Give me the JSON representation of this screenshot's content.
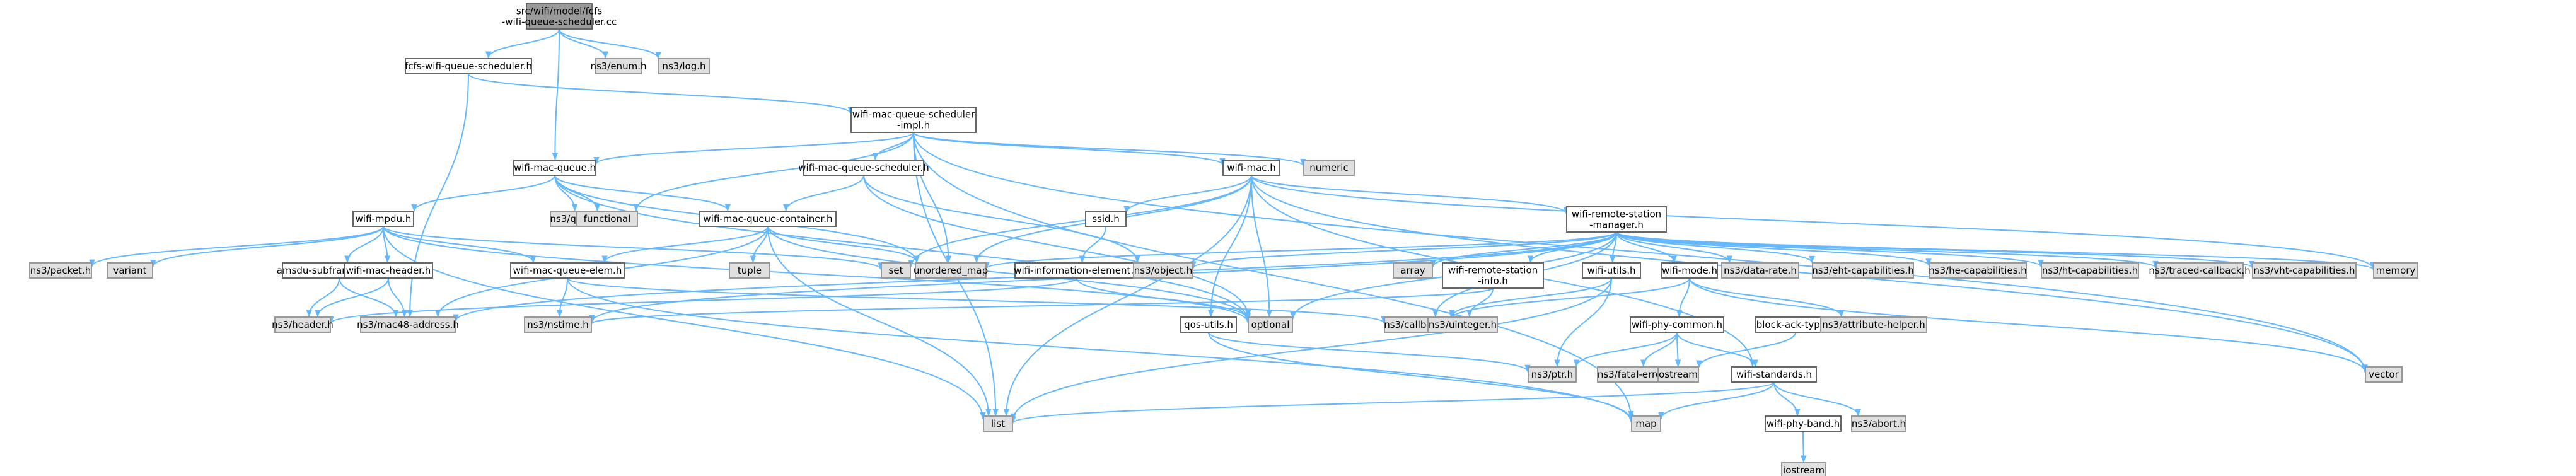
{
  "diagram": {
    "nodes": [
      {
        "id": "root",
        "lines": [
          "src/wifi/model/fcfs",
          "-wifi-queue-scheduler.cc"
        ],
        "style": "root"
      },
      {
        "id": "fcfs",
        "lines": [
          "fcfs-wifi-queue-scheduler.h"
        ],
        "style": "white"
      },
      {
        "id": "enum",
        "lines": [
          "ns3/enum.h"
        ],
        "style": "gray"
      },
      {
        "id": "log",
        "lines": [
          "ns3/log.h"
        ],
        "style": "gray"
      },
      {
        "id": "impl",
        "lines": [
          "wifi-mac-queue-scheduler",
          "-impl.h"
        ],
        "style": "white"
      },
      {
        "id": "wmq",
        "lines": [
          "wifi-mac-queue.h"
        ],
        "style": "white"
      },
      {
        "id": "sched",
        "lines": [
          "wifi-mac-queue-scheduler.h"
        ],
        "style": "white"
      },
      {
        "id": "wmac",
        "lines": [
          "wifi-mac.h"
        ],
        "style": "white"
      },
      {
        "id": "numeric",
        "lines": [
          "numeric"
        ],
        "style": "gray"
      },
      {
        "id": "mpdu",
        "lines": [
          "wifi-mpdu.h"
        ],
        "style": "white"
      },
      {
        "id": "queue",
        "lines": [
          "ns3/queue.h"
        ],
        "style": "gray"
      },
      {
        "id": "functional",
        "lines": [
          "functional"
        ],
        "style": "gray"
      },
      {
        "id": "container",
        "lines": [
          "wifi-mac-queue-container.h"
        ],
        "style": "white"
      },
      {
        "id": "ssid",
        "lines": [
          "ssid.h"
        ],
        "style": "white"
      },
      {
        "id": "rsm",
        "lines": [
          "wifi-remote-station",
          "-manager.h"
        ],
        "style": "white"
      },
      {
        "id": "packet",
        "lines": [
          "ns3/packet.h"
        ],
        "style": "gray"
      },
      {
        "id": "variant",
        "lines": [
          "variant"
        ],
        "style": "gray"
      },
      {
        "id": "amsdu",
        "lines": [
          "amsdu-subframe-header.h"
        ],
        "style": "white"
      },
      {
        "id": "wmh",
        "lines": [
          "wifi-mac-header.h"
        ],
        "style": "white"
      },
      {
        "id": "elem",
        "lines": [
          "wifi-mac-queue-elem.h"
        ],
        "style": "white"
      },
      {
        "id": "tuple",
        "lines": [
          "tuple"
        ],
        "style": "gray"
      },
      {
        "id": "set",
        "lines": [
          "set"
        ],
        "style": "gray"
      },
      {
        "id": "umap",
        "lines": [
          "unordered_map"
        ],
        "style": "gray"
      },
      {
        "id": "ie",
        "lines": [
          "wifi-information-element.h"
        ],
        "style": "white"
      },
      {
        "id": "object",
        "lines": [
          "ns3/object.h"
        ],
        "style": "gray"
      },
      {
        "id": "array",
        "lines": [
          "array"
        ],
        "style": "gray"
      },
      {
        "id": "rsinfo",
        "lines": [
          "wifi-remote-station",
          "-info.h"
        ],
        "style": "white"
      },
      {
        "id": "utils",
        "lines": [
          "wifi-utils.h"
        ],
        "style": "white"
      },
      {
        "id": "mode",
        "lines": [
          "wifi-mode.h"
        ],
        "style": "white"
      },
      {
        "id": "datarate",
        "lines": [
          "ns3/data-rate.h"
        ],
        "style": "gray"
      },
      {
        "id": "eht",
        "lines": [
          "ns3/eht-capabilities.h"
        ],
        "style": "gray"
      },
      {
        "id": "he",
        "lines": [
          "ns3/he-capabilities.h"
        ],
        "style": "gray"
      },
      {
        "id": "ht",
        "lines": [
          "ns3/ht-capabilities.h"
        ],
        "style": "gray"
      },
      {
        "id": "traced",
        "lines": [
          "ns3/traced-callback.h"
        ],
        "style": "gray"
      },
      {
        "id": "vht",
        "lines": [
          "ns3/vht-capabilities.h"
        ],
        "style": "gray"
      },
      {
        "id": "memory",
        "lines": [
          "memory"
        ],
        "style": "gray"
      },
      {
        "id": "header",
        "lines": [
          "ns3/header.h"
        ],
        "style": "gray"
      },
      {
        "id": "mac48",
        "lines": [
          "ns3/mac48-address.h"
        ],
        "style": "gray"
      },
      {
        "id": "nstime",
        "lines": [
          "ns3/nstime.h"
        ],
        "style": "gray"
      },
      {
        "id": "qos",
        "lines": [
          "qos-utils.h"
        ],
        "style": "white"
      },
      {
        "id": "optional",
        "lines": [
          "optional"
        ],
        "style": "gray"
      },
      {
        "id": "callback",
        "lines": [
          "ns3/callback.h"
        ],
        "style": "gray"
      },
      {
        "id": "uinteger",
        "lines": [
          "ns3/uinteger.h"
        ],
        "style": "gray"
      },
      {
        "id": "phycommon",
        "lines": [
          "wifi-phy-common.h"
        ],
        "style": "white"
      },
      {
        "id": "bat",
        "lines": [
          "block-ack-type.h"
        ],
        "style": "white"
      },
      {
        "id": "attr",
        "lines": [
          "ns3/attribute-helper.h"
        ],
        "style": "gray"
      },
      {
        "id": "ptr",
        "lines": [
          "ns3/ptr.h"
        ],
        "style": "gray"
      },
      {
        "id": "fatal",
        "lines": [
          "ns3/fatal-error.h"
        ],
        "style": "gray"
      },
      {
        "id": "ostream",
        "lines": [
          "ostream"
        ],
        "style": "gray"
      },
      {
        "id": "standards",
        "lines": [
          "wifi-standards.h"
        ],
        "style": "white"
      },
      {
        "id": "vector",
        "lines": [
          "vector"
        ],
        "style": "gray"
      },
      {
        "id": "list",
        "lines": [
          "list"
        ],
        "style": "gray"
      },
      {
        "id": "map",
        "lines": [
          "map"
        ],
        "style": "gray"
      },
      {
        "id": "abort",
        "lines": [
          "ns3/abort.h"
        ],
        "style": "gray"
      },
      {
        "id": "phyband",
        "lines": [
          "wifi-phy-band.h"
        ],
        "style": "white"
      },
      {
        "id": "iostream",
        "lines": [
          "iostream"
        ],
        "style": "gray"
      }
    ],
    "edges": [
      [
        "root",
        "fcfs"
      ],
      [
        "root",
        "wmq"
      ],
      [
        "root",
        "enum"
      ],
      [
        "root",
        "log"
      ],
      [
        "fcfs",
        "impl"
      ],
      [
        "fcfs",
        "mac48"
      ],
      [
        "impl",
        "wmq"
      ],
      [
        "impl",
        "sched"
      ],
      [
        "impl",
        "wmac"
      ],
      [
        "impl",
        "numeric"
      ],
      [
        "impl",
        "functional"
      ],
      [
        "impl",
        "list"
      ],
      [
        "impl",
        "umap"
      ],
      [
        "impl",
        "vector"
      ],
      [
        "impl",
        "map"
      ],
      [
        "wmq",
        "mpdu"
      ],
      [
        "wmq",
        "container"
      ],
      [
        "wmq",
        "queue"
      ],
      [
        "wmq",
        "functional"
      ],
      [
        "wmq",
        "optional"
      ],
      [
        "wmq",
        "umap"
      ],
      [
        "sched",
        "container"
      ],
      [
        "sched",
        "object"
      ],
      [
        "sched",
        "optional"
      ],
      [
        "wmac",
        "ssid"
      ],
      [
        "wmac",
        "rsm"
      ],
      [
        "wmac",
        "qos"
      ],
      [
        "wmac",
        "standards"
      ],
      [
        "wmac",
        "set"
      ],
      [
        "wmac",
        "umap"
      ],
      [
        "wmac",
        "optional"
      ],
      [
        "wmac",
        "list"
      ],
      [
        "wmac",
        "memory"
      ],
      [
        "wmac",
        "vector"
      ],
      [
        "mpdu",
        "packet"
      ],
      [
        "mpdu",
        "variant"
      ],
      [
        "mpdu",
        "amsdu"
      ],
      [
        "mpdu",
        "wmh"
      ],
      [
        "mpdu",
        "elem"
      ],
      [
        "mpdu",
        "set"
      ],
      [
        "mpdu",
        "list"
      ],
      [
        "mpdu",
        "optional"
      ],
      [
        "container",
        "elem"
      ],
      [
        "container",
        "tuple"
      ],
      [
        "container",
        "list"
      ],
      [
        "container",
        "umap"
      ],
      [
        "container",
        "optional"
      ],
      [
        "container",
        "mac48"
      ],
      [
        "ssid",
        "ie"
      ],
      [
        "ie",
        "header"
      ],
      [
        "ie",
        "optional"
      ],
      [
        "amsdu",
        "header"
      ],
      [
        "amsdu",
        "mac48"
      ],
      [
        "wmh",
        "header"
      ],
      [
        "wmh",
        "mac48"
      ],
      [
        "elem",
        "nstime"
      ],
      [
        "elem",
        "callback"
      ],
      [
        "elem",
        "map"
      ],
      [
        "rsm",
        "rsinfo"
      ],
      [
        "rsm",
        "utils"
      ],
      [
        "rsm",
        "mode"
      ],
      [
        "rsm",
        "datarate"
      ],
      [
        "rsm",
        "eht"
      ],
      [
        "rsm",
        "he"
      ],
      [
        "rsm",
        "ht"
      ],
      [
        "rsm",
        "traced"
      ],
      [
        "rsm",
        "vht"
      ],
      [
        "rsm",
        "object"
      ],
      [
        "rsm",
        "array"
      ],
      [
        "rsm",
        "umap"
      ],
      [
        "rsm",
        "optional"
      ],
      [
        "rsm",
        "memory"
      ],
      [
        "rsm",
        "nstime"
      ],
      [
        "rsm",
        "mac48"
      ],
      [
        "rsm",
        "callback"
      ],
      [
        "rsinfo",
        "nstime"
      ],
      [
        "rsinfo",
        "uinteger"
      ],
      [
        "utils",
        "callback"
      ],
      [
        "utils",
        "ptr"
      ],
      [
        "utils",
        "list"
      ],
      [
        "mode",
        "phycommon"
      ],
      [
        "mode",
        "attr"
      ],
      [
        "mode",
        "callback"
      ],
      [
        "mode",
        "vector"
      ],
      [
        "qos",
        "ptr"
      ],
      [
        "qos",
        "map"
      ],
      [
        "phycommon",
        "standards"
      ],
      [
        "phycommon",
        "fatal"
      ],
      [
        "phycommon",
        "ptr"
      ],
      [
        "phycommon",
        "ostream"
      ],
      [
        "bat",
        "ostream"
      ],
      [
        "standards",
        "phyband"
      ],
      [
        "standards",
        "abort"
      ],
      [
        "standards",
        "list"
      ],
      [
        "standards",
        "map"
      ],
      [
        "phyband",
        "iostream"
      ]
    ]
  }
}
